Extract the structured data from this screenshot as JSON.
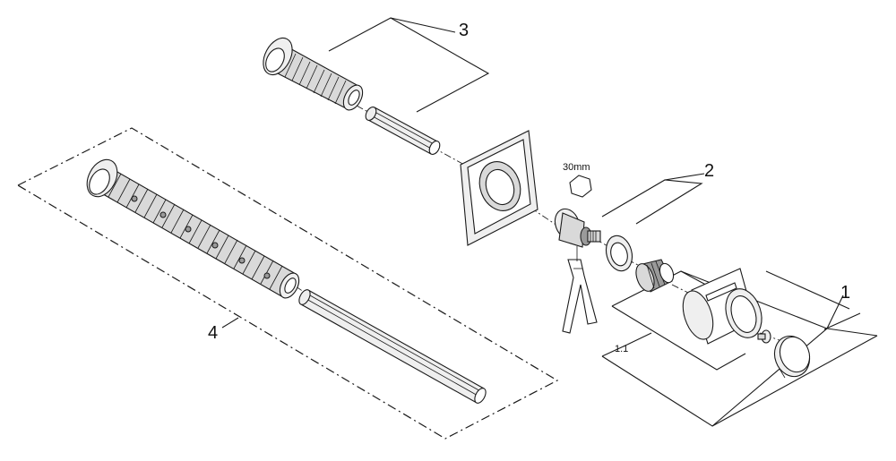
{
  "labels": {
    "part_1": "1",
    "part_1_1": "1.1",
    "part_2": "2",
    "part_3": "3",
    "part_4": "4",
    "wrench_size": "30mm"
  }
}
